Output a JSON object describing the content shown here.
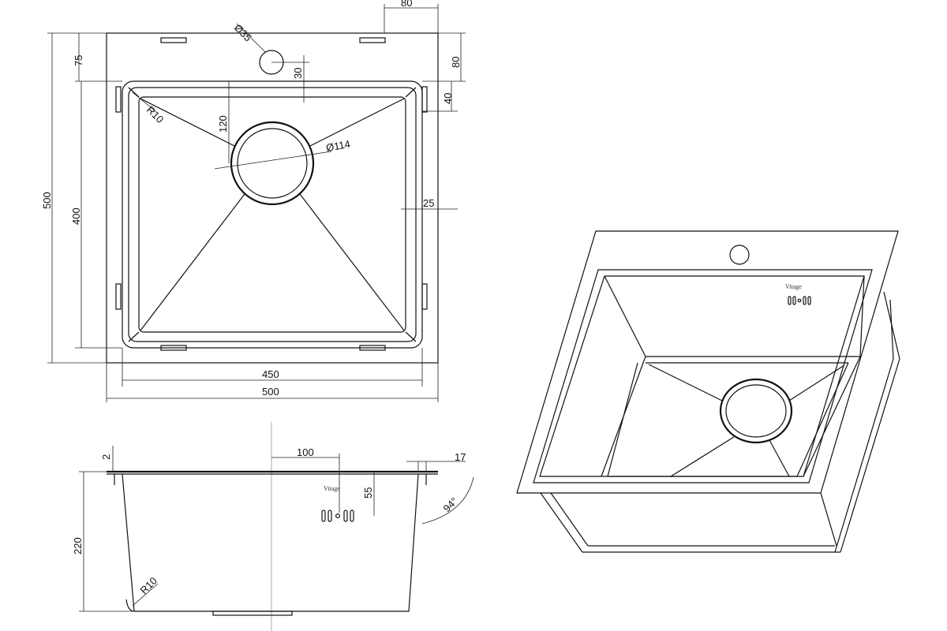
{
  "top_view": {
    "dims": {
      "d80_top": "80",
      "d35": "Ø35",
      "d75": "75",
      "d30": "30",
      "d80_right": "80",
      "d40": "40",
      "r10": "R10",
      "d120": "120",
      "d114": "Ø114",
      "d500_v": "500",
      "d400": "400",
      "d25": "25",
      "d450": "450",
      "d500_h": "500"
    }
  },
  "side_view": {
    "dims": {
      "d2": "2",
      "d100": "100",
      "d17": "17",
      "d55": "55",
      "d94": "94°",
      "d220": "220",
      "r10": "R10"
    },
    "brand": "Vitage"
  },
  "iso_view": {
    "brand": "Vitage"
  }
}
